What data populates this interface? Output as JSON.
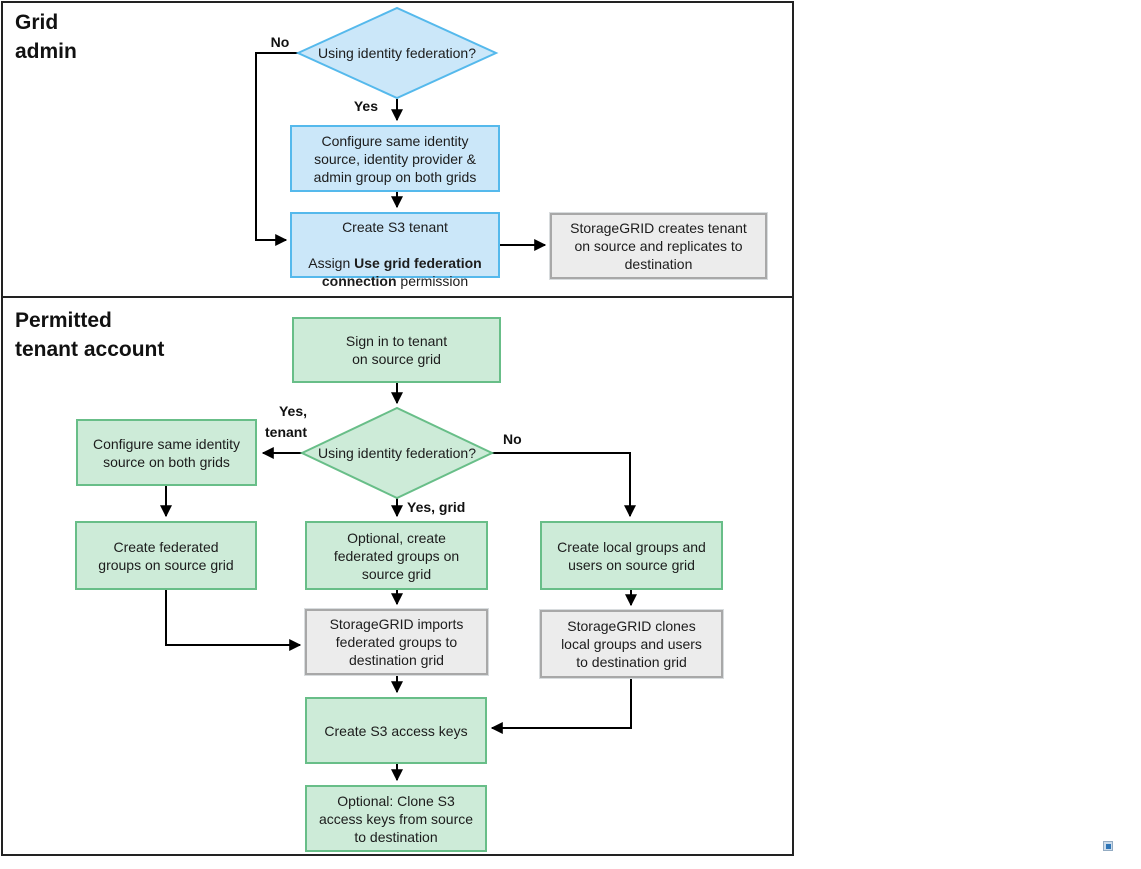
{
  "colors": {
    "blue_fill": "#cbe7f9",
    "blue_border": "#55b9ec",
    "green_fill": "#cdebd8",
    "green_border": "#68be88",
    "gray_fill": "#ececec",
    "gray_border": "#a8a8a8",
    "line": "#000000",
    "text": "#1c1c1c",
    "handle_fill": "#2e75b6",
    "handle_ring": "#ccdcec"
  },
  "sections": {
    "grid_admin": {
      "label": "Grid\nadmin"
    },
    "tenant": {
      "label": "Permitted\ntenant account"
    }
  },
  "nodes": {
    "using_identity_federation_1": {
      "shape": "decision",
      "label": "Using identity\nfederation?"
    },
    "configure_identity_both_grids": {
      "shape": "process",
      "label": "Configure same identity\nsource, identity provider &\nadmin group on both grids"
    },
    "create_s3_tenant": {
      "shape": "process",
      "line1": "Create S3 tenant",
      "line2_prefix": "Assign ",
      "line2_bold": "Use grid federation connection",
      "line2_suffix": " permission"
    },
    "storagegrid_creates_tenant": {
      "shape": "process",
      "label": "StorageGRID creates tenant\non source and replicates to\ndestination"
    },
    "sign_in_tenant": {
      "shape": "process",
      "label": "Sign in to tenant\non source grid"
    },
    "using_identity_federation_2": {
      "shape": "decision",
      "label": "Using\nidentity\nfederation?"
    },
    "configure_identity_source": {
      "shape": "process",
      "label": "Configure same identity\nsource on both grids"
    },
    "create_federated_groups": {
      "shape": "process",
      "label": "Create federated\ngroups on source grid"
    },
    "optional_create_federated": {
      "shape": "process",
      "label": "Optional, create\nfederated groups on\nsource grid"
    },
    "imports_federated_groups": {
      "shape": "process",
      "label": "StorageGRID imports\nfederated groups to\ndestination grid"
    },
    "create_local_groups": {
      "shape": "process",
      "label": "Create local groups and\nusers on source grid"
    },
    "clones_local_groups": {
      "shape": "process",
      "label": "StorageGRID clones\nlocal groups and users\nto destination grid"
    },
    "create_s3_access_keys": {
      "shape": "process",
      "label": "Create S3 access keys"
    },
    "optional_clone_keys": {
      "shape": "process",
      "label": "Optional: Clone S3\naccess keys from source\nto destination"
    }
  },
  "edge_labels": {
    "no_1": "No",
    "yes_1": "Yes",
    "yes_tenant": "Yes,\ntenant",
    "no_2": "No",
    "yes_grid": "Yes, grid"
  }
}
